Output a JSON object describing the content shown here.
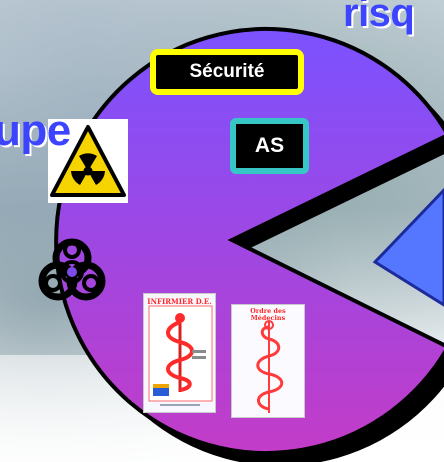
{
  "headings": {
    "left_fragment": "upe",
    "top_fragment": "risq"
  },
  "pie": {
    "colors": {
      "top": "#7b52ff",
      "bottom": "#c23cc7",
      "outline": "#000000"
    }
  },
  "labels": {
    "securite": "Sécurité",
    "as": "AS"
  },
  "cards": {
    "infirmier": {
      "title": "INFIRMIER D.E."
    },
    "ordre": {
      "title": "Ordre des Médecins"
    }
  },
  "icons": {
    "radiation": "radiation-warning-icon",
    "biohazard": "biohazard-icon",
    "caduceus": "caduceus-icon",
    "arrow": "left-arrow-icon"
  },
  "accent_colors": {
    "title_blue": "#3d44ff",
    "securite_border": "#ffff00",
    "as_border": "#36c6c6",
    "radiation_yellow": "#f5d400",
    "arrow_blue": "#5577ff"
  }
}
